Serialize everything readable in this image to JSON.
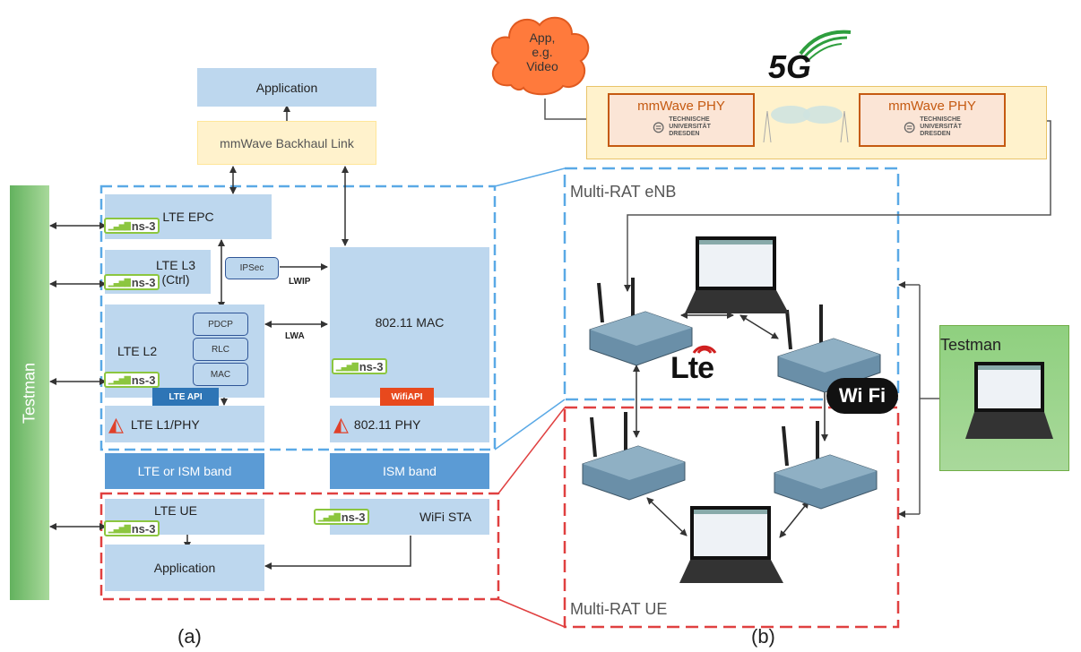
{
  "left": {
    "testman": "Testman",
    "application_top": "Application",
    "backhaul": "mmWave Backhaul Link",
    "lte_epc": "LTE EPC",
    "lte_l3": "LTE L3",
    "ctrl": "(Ctrl)",
    "ipsec": "IPSec",
    "lwip": "LWIP",
    "lwa": "LWA",
    "lte_l2": "LTE L2",
    "pdcp": "PDCP",
    "rlc": "RLC",
    "mac": "MAC",
    "lte_api": "LTE API",
    "lte_phy": "LTE L1/PHY",
    "wifi_mac": "802.11 MAC",
    "wifi_api": "WifiAPI",
    "wifi_phy": "802.11 PHY",
    "lte_band": "LTE or ISM band",
    "ism_band": "ISM band",
    "lte_ue": "LTE UE",
    "wifi_sta": "WiFi STA",
    "application_bottom": "Application",
    "ns3": "ns-3",
    "caption": "(a)"
  },
  "right": {
    "cloud": [
      "App,",
      "e.g.",
      "Video"
    ],
    "fiveg": "5G",
    "mmwave1": "mmWave PHY",
    "mmwave2": "mmWave PHY",
    "tud": [
      "TECHNISCHE",
      "UNIVERSITÄT",
      "DRESDEN"
    ],
    "enb_label": "Multi-RAT eNB",
    "ue_label": "Multi-RAT UE",
    "lte_logo": "Lte",
    "wifi_logo": "Wi Fi",
    "testman": "Testman",
    "caption": "(b)"
  },
  "colors": {
    "box_fill": "#bdd7ee",
    "band_fill": "#5b9bd5",
    "enb_border": "#5aa9e6",
    "ue_border": "#e04040",
    "ns3_green": "#8cc63f",
    "testman_green": "#70ad47",
    "phy_border": "#c55a11",
    "lte_api": "#2e75b6",
    "wifi_api": "#e8491d"
  }
}
